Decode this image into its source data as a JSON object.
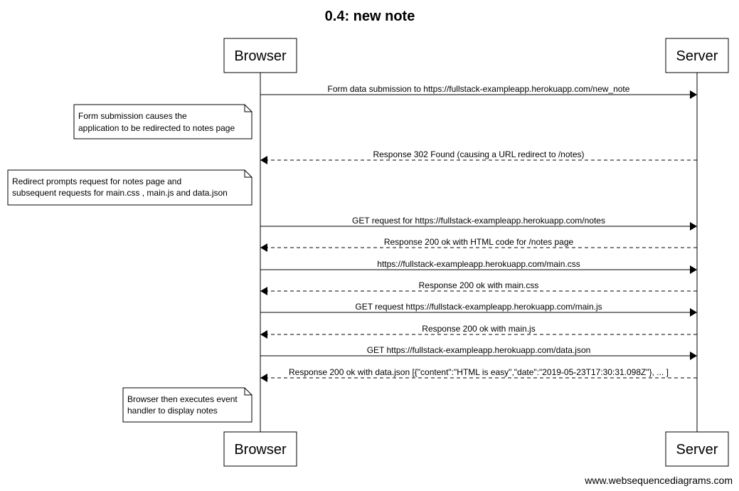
{
  "diagram": {
    "title": "0.4: new note",
    "participants": [
      "Browser",
      "Server"
    ],
    "messages": [
      {
        "label": "Form data submission to https://fullstack-exampleapp.herokuapp.com/new_note",
        "from": "Browser",
        "to": "Server",
        "style": "solid"
      },
      {
        "label": "Response 302 Found (causing a URL redirect to /notes)",
        "from": "Server",
        "to": "Browser",
        "style": "dashed"
      },
      {
        "label": "GET request for https://fullstack-exampleapp.herokuapp.com/notes",
        "from": "Browser",
        "to": "Server",
        "style": "solid"
      },
      {
        "label": "Response 200 ok with HTML code for /notes page",
        "from": "Server",
        "to": "Browser",
        "style": "dashed"
      },
      {
        "label": "https://fullstack-exampleapp.herokuapp.com/main.css",
        "from": "Browser",
        "to": "Server",
        "style": "solid"
      },
      {
        "label": "Response 200 ok with main.css",
        "from": "Server",
        "to": "Browser",
        "style": "dashed"
      },
      {
        "label": "GET request https://fullstack-exampleapp.herokuapp.com/main.js",
        "from": "Browser",
        "to": "Server",
        "style": "solid"
      },
      {
        "label": "Response 200 ok with main.js",
        "from": "Server",
        "to": "Browser",
        "style": "dashed"
      },
      {
        "label": "GET https://fullstack-exampleapp.herokuapp.com/data.json",
        "from": "Browser",
        "to": "Server",
        "style": "solid"
      },
      {
        "label": "Response 200 ok with data.json [{\"content\":\"HTML is easy\",\"date\":\"2019-05-23T17:30:31.098Z\"}, ... ]",
        "from": "Server",
        "to": "Browser",
        "style": "dashed"
      }
    ],
    "notes": [
      {
        "lines": [
          "Form submission causes the",
          "application to be redirected to notes page"
        ]
      },
      {
        "lines": [
          "Redirect prompts request for notes page and",
          "subsequent requests for main.css , main.js and data.json"
        ]
      },
      {
        "lines": [
          "Browser then executes event",
          "handler to display notes"
        ]
      }
    ],
    "credit": "www.websequencediagrams.com"
  }
}
